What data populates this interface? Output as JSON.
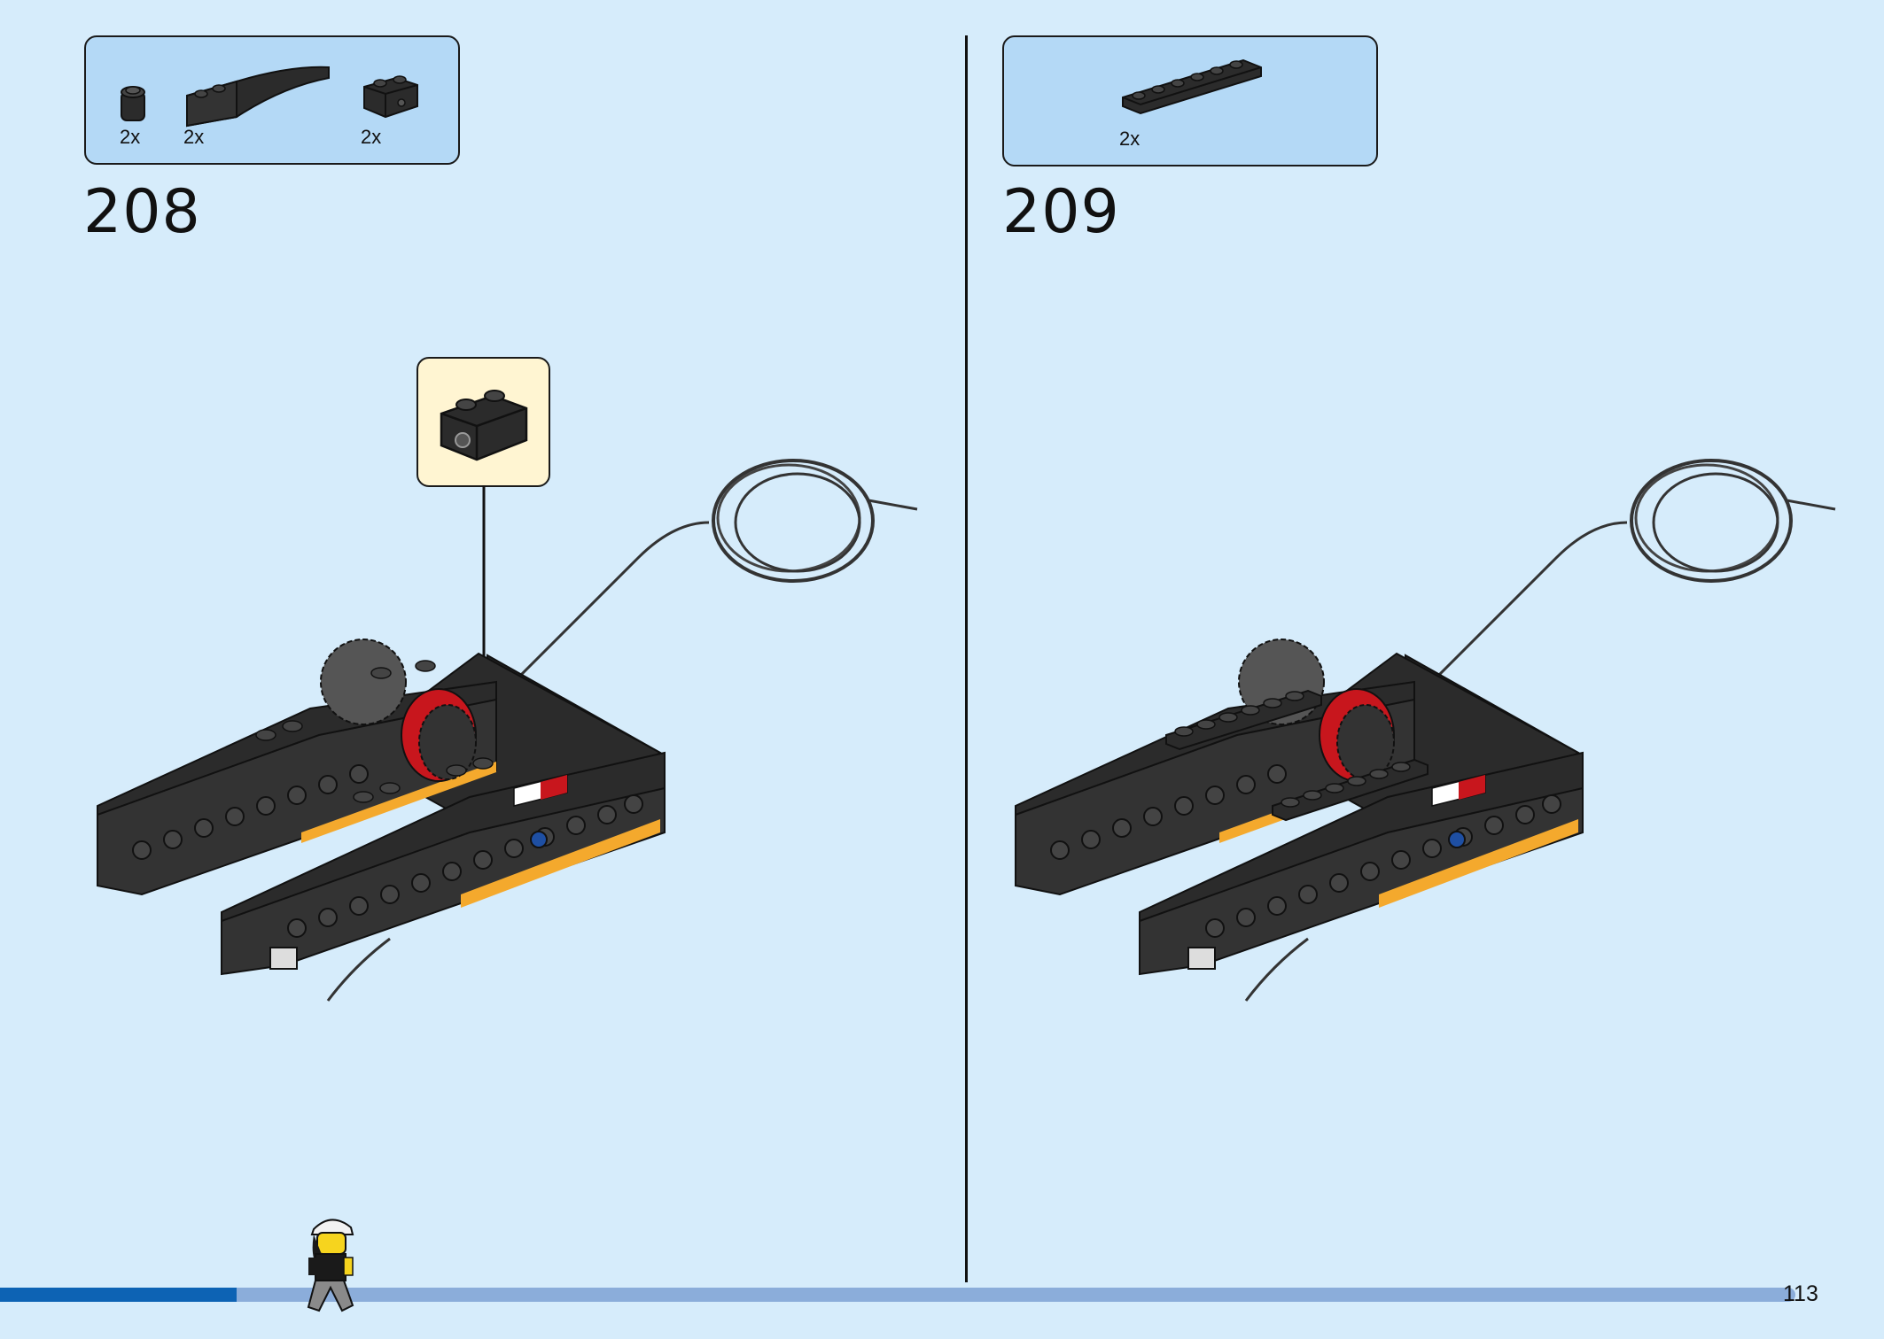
{
  "page": {
    "number": "113",
    "progress": 0.132
  },
  "steps": [
    {
      "number": "208",
      "parts": [
        {
          "name": "round-brick-1x1",
          "qty": "2x",
          "color": "#2b2b2b"
        },
        {
          "name": "curved-slope-1x6",
          "qty": "2x",
          "color": "#2b2b2b"
        },
        {
          "name": "technic-brick-1x2-with-hole",
          "qty": "2x",
          "color": "#2b2b2b"
        }
      ],
      "callout_part": "technic-brick-1x2-with-hole"
    },
    {
      "number": "209",
      "parts": [
        {
          "name": "plate-1x6",
          "qty": "2x",
          "color": "#2b2b2b"
        }
      ]
    }
  ],
  "colors": {
    "background": "#d6ecfb",
    "parts_box": "#b4d9f6",
    "callout_box": "#fff5d2",
    "model_dark": "#2b2b2b",
    "stripe_yellow": "#f4a92d",
    "accent_red": "#c8161d",
    "progress_fill": "#0d63b4",
    "progress_track": "#8badda"
  }
}
